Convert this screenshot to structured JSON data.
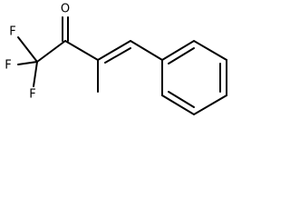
{
  "molecule": {
    "atoms": {
      "oxygen": "O",
      "fluorine_top": "F",
      "fluorine_left": "F",
      "fluorine_bottom": "F"
    }
  },
  "colors": {
    "bond": "#000000",
    "label": "#000000",
    "background": "#ffffff"
  }
}
